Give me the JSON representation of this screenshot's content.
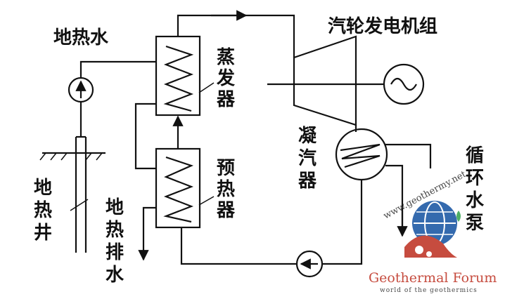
{
  "labels": {
    "geothermal_water": "地热水",
    "turbine_generator_set": "汽轮发电机组",
    "evaporator": [
      "蒸",
      "发",
      "器"
    ],
    "preheater": [
      "预",
      "热",
      "器"
    ],
    "condenser": [
      "凝",
      "汽",
      "器"
    ],
    "geothermal_well": [
      "地",
      "热",
      "井"
    ],
    "geothermal_drain": [
      "地",
      "热",
      "排",
      "水"
    ],
    "circulating_pump": [
      "循",
      "环",
      "水",
      "泵"
    ]
  },
  "watermark": {
    "url": "www.geothermy.net",
    "title": "Geothermal Forum",
    "subtitle": "world of the geothermics"
  },
  "colors": {
    "line": "#111111",
    "watermark_blue": "#1f5aa6",
    "watermark_red": "#c0392b",
    "watermark_green": "#3aa655"
  }
}
